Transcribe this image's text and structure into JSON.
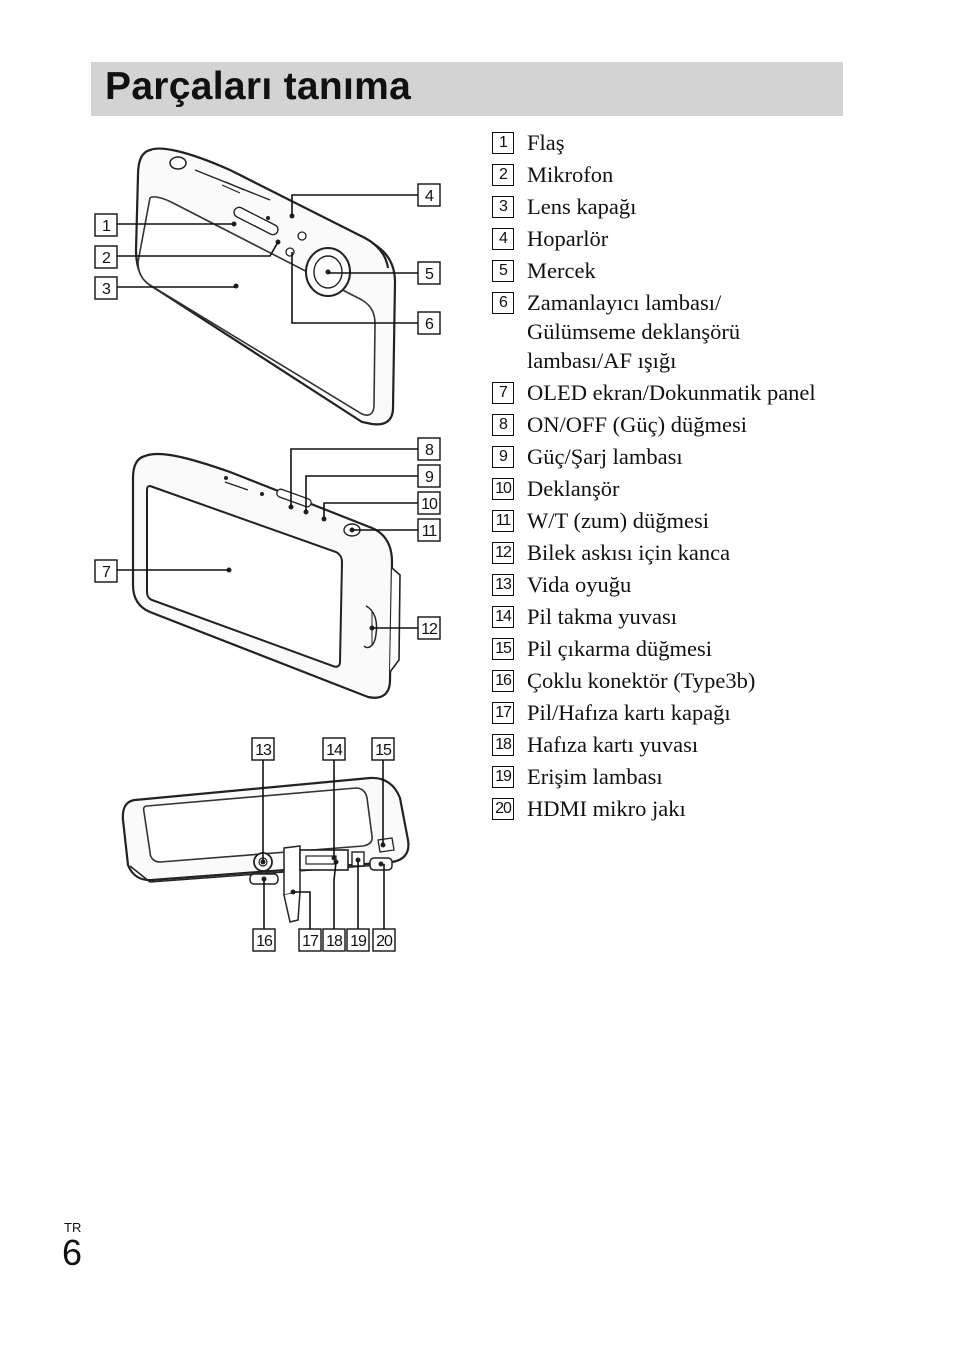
{
  "page_title": "Parçaları tanıma",
  "parts": [
    {
      "num": "1",
      "label": "Flaş"
    },
    {
      "num": "2",
      "label": "Mikrofon"
    },
    {
      "num": "3",
      "label": "Lens kapağı"
    },
    {
      "num": "4",
      "label": "Hoparlör"
    },
    {
      "num": "5",
      "label": "Mercek"
    },
    {
      "num": "6",
      "label": "Zamanlayıcı lambası/ Gülümseme deklanşörü lambası/AF ışığı"
    },
    {
      "num": "7",
      "label": "OLED ekran/Dokunmatik panel"
    },
    {
      "num": "8",
      "label": "ON/OFF (Güç) düğmesi"
    },
    {
      "num": "9",
      "label": "Güç/Şarj lambası"
    },
    {
      "num": "10",
      "label": "Deklanşör"
    },
    {
      "num": "11",
      "label": "W/T (zum) düğmesi"
    },
    {
      "num": "12",
      "label": "Bilek askısı için kanca"
    },
    {
      "num": "13",
      "label": "Vida oyuğu"
    },
    {
      "num": "14",
      "label": "Pil takma yuvası"
    },
    {
      "num": "15",
      "label": "Pil çıkarma düğmesi"
    },
    {
      "num": "16",
      "label": "Çoklu konektör (Type3b)"
    },
    {
      "num": "17",
      "label": "Pil/Hafıza kartı kapağı"
    },
    {
      "num": "18",
      "label": "Hafıza kartı yuvası"
    },
    {
      "num": "19",
      "label": "Erişim lambası"
    },
    {
      "num": "20",
      "label": "HDMI mikro jakı"
    }
  ],
  "footer": {
    "language": "TR",
    "page_number": "6"
  }
}
